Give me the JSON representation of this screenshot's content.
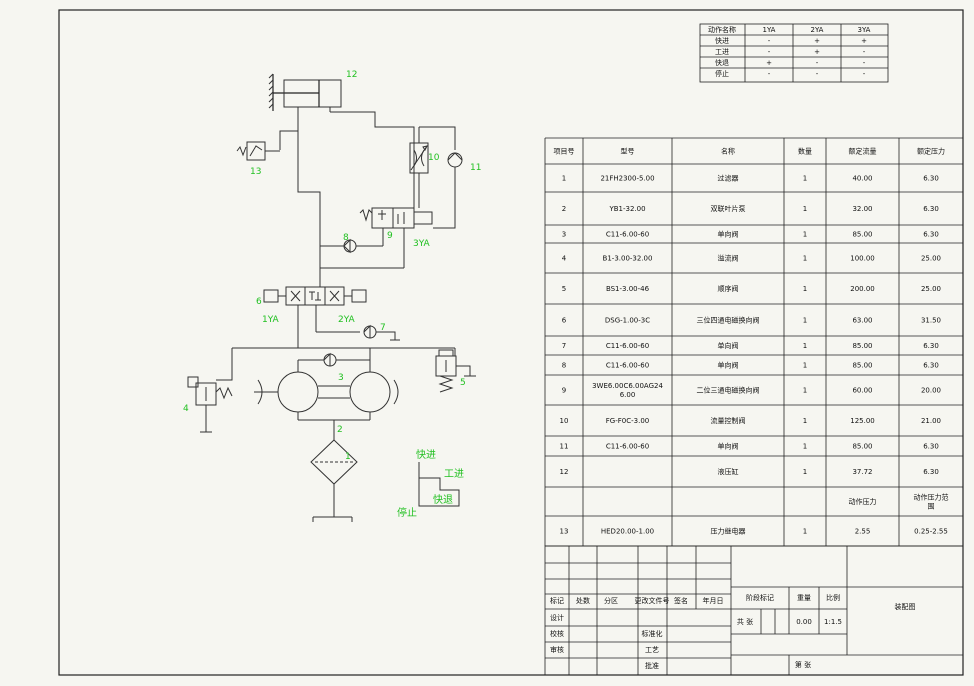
{
  "action_table": {
    "headers": [
      "动作名称",
      "1YA",
      "2YA",
      "3YA"
    ],
    "rows": [
      [
        "快进",
        "-",
        "+",
        "+"
      ],
      [
        "工进",
        "-",
        "+",
        "-"
      ],
      [
        "快退",
        "+",
        "-",
        "-"
      ],
      [
        "停止",
        "-",
        "-",
        "-"
      ]
    ]
  },
  "parts_table": {
    "headers": [
      "项目号",
      "型号",
      "名称",
      "数量",
      "额定流量",
      "额定压力"
    ],
    "rows": [
      [
        "1",
        "21FH2300-5.00",
        "过滤器",
        "1",
        "40.00",
        "6.30"
      ],
      [
        "2",
        "YB1-32.00",
        "双联叶片泵",
        "1",
        "32.00",
        "6.30"
      ],
      [
        "3",
        "C11-6.00-60",
        "单向阀",
        "1",
        "85.00",
        "6.30"
      ],
      [
        "4",
        "B1-3.00-32.00",
        "溢流阀",
        "1",
        "100.00",
        "25.00"
      ],
      [
        "5",
        "BS1-3.00-46",
        "顺序阀",
        "1",
        "200.00",
        "25.00"
      ],
      [
        "6",
        "DSG-1.00-3C",
        "三位四通电磁换向阀",
        "1",
        "63.00",
        "31.50"
      ],
      [
        "7",
        "C11-6.00-60",
        "单向阀",
        "1",
        "85.00",
        "6.30"
      ],
      [
        "8",
        "C11-6.00-60",
        "单向阀",
        "1",
        "85.00",
        "6.30"
      ],
      [
        "9",
        "3WE6.00C6.00AG24\n6.00",
        "二位三通电磁换向阀",
        "1",
        "60.00",
        "20.00"
      ],
      [
        "10",
        "FG-F0C-3.00",
        "流量控制阀",
        "1",
        "125.00",
        "21.00"
      ],
      [
        "11",
        "C11-6.00-60",
        "单向阀",
        "1",
        "85.00",
        "6.30"
      ],
      [
        "12",
        "",
        "液压缸",
        "1",
        "37.72",
        "6.30"
      ],
      [
        "",
        "",
        "",
        "",
        "动作压力",
        "动作压力范\n围"
      ],
      [
        "13",
        "HED20.00-1.00",
        "压力继电器",
        "1",
        "2.55",
        "0.25-2.55"
      ]
    ]
  },
  "title_block": {
    "row_labels": [
      "标记",
      "处数",
      "分区",
      "更改文件号",
      "签名",
      "年月日"
    ],
    "left_labels": [
      "设计",
      "校核",
      "审核"
    ],
    "mid_labels": [
      "标准化",
      "工艺",
      "批准"
    ],
    "stage_label": "阶段标记",
    "weight_label": "重量",
    "scale_label": "比例",
    "weight_value": "0.00",
    "scale_value": "1:1.5",
    "sheet_label": "共 张",
    "page_label": "第 张",
    "drawing_name": "装配图"
  },
  "diagram_labels": {
    "n1": "1",
    "n2": "2",
    "n3": "3",
    "n4": "4",
    "n5": "5",
    "n6": "6",
    "n7": "7",
    "n8": "8",
    "n9": "9",
    "n10": "10",
    "n11": "11",
    "n12": "12",
    "n13": "13",
    "ya1": "1YA",
    "ya2": "2YA",
    "ya3": "3YA"
  },
  "cycle_labels": {
    "fast_forward": "快进",
    "work_feed": "工进",
    "fast_return": "快退",
    "stop": "停止"
  },
  "colors": {
    "label": "#22c022",
    "line": "#333333",
    "background": "#f6f6f1"
  }
}
